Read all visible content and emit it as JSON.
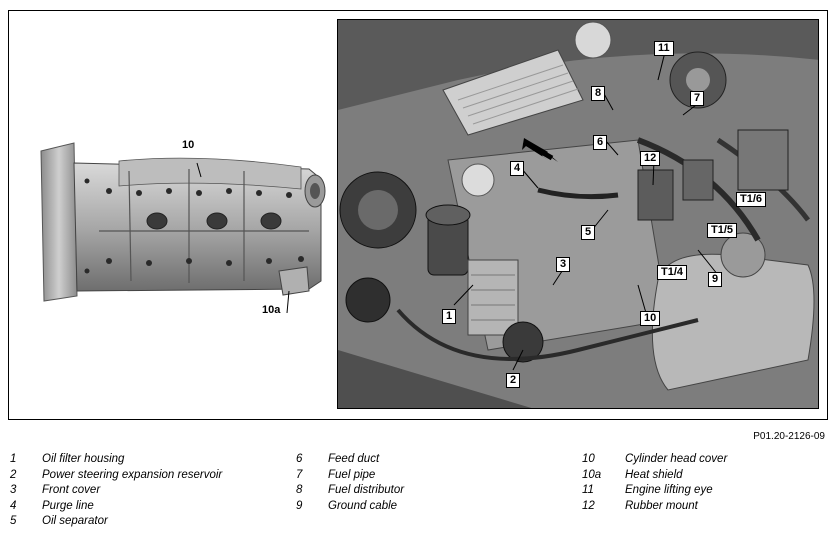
{
  "figure": {
    "reference": "P01.20-2126-09",
    "left_labels": {
      "cover": "10",
      "shield": "10a"
    },
    "photo_labels": {
      "l1": "1",
      "l2": "2",
      "l3": "3",
      "l4": "4",
      "l5": "5",
      "l6": "6",
      "l7": "7",
      "l8": "8",
      "l9": "9",
      "l10": "10",
      "l11": "11",
      "l12": "12",
      "t14": "T1/4",
      "t15": "T1/5",
      "t16": "T1/6"
    }
  },
  "legend": {
    "col1": [
      {
        "num": "1",
        "text": "Oil filter housing"
      },
      {
        "num": "2",
        "text": "Power steering expansion reservoir"
      },
      {
        "num": "3",
        "text": "Front cover"
      },
      {
        "num": "4",
        "text": "Purge line"
      },
      {
        "num": "5",
        "text": "Oil separator"
      }
    ],
    "col2": [
      {
        "num": "6",
        "text": "Feed duct"
      },
      {
        "num": "7",
        "text": "Fuel pipe"
      },
      {
        "num": "8",
        "text": "Fuel distributor"
      },
      {
        "num": "9",
        "text": "Ground cable"
      }
    ],
    "col3": [
      {
        "num": "10",
        "text": "Cylinder head cover"
      },
      {
        "num": "10a",
        "text": "Heat shield"
      },
      {
        "num": "11",
        "text": "Engine lifting eye"
      },
      {
        "num": "12",
        "text": "Rubber mount"
      }
    ]
  }
}
